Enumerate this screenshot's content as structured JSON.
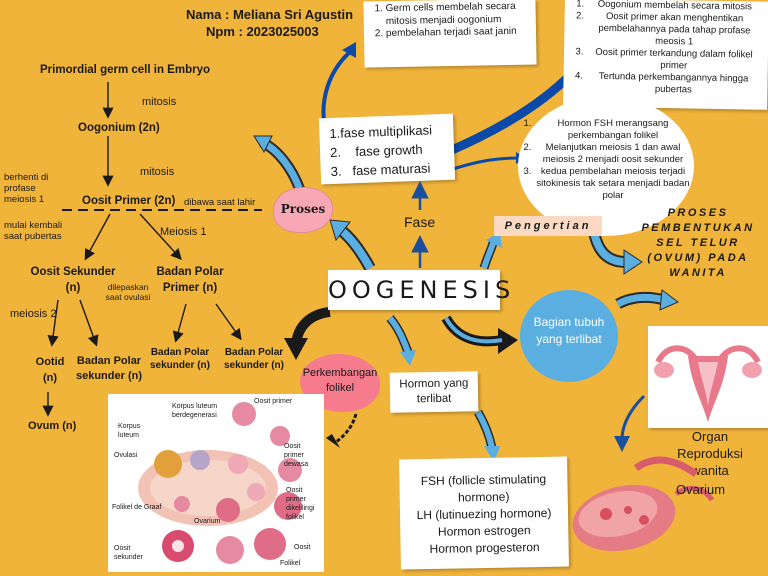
{
  "header": {
    "name": "Nama : Meliana Sri Agustin",
    "npm": "Npm : 2023025003"
  },
  "center_title": "OOGENESIS",
  "flow": {
    "primordial": "Primordial germ cell in Embryo",
    "mitosis1": "mitosis",
    "oogonium": "Oogonium (2n)",
    "mitosis2": "mitosis",
    "berhenti": "berhenti di\nprofase\nmeiosis 1",
    "oosit_primer": "Oosit Primer (2n)",
    "dibawa": "dibawa saat lahir",
    "mulai": "mulai kembali\nsaat pubertas",
    "meiosis1": "Meiosis 1",
    "oosit_sekunder": "Oosit Sekunder\n(n)",
    "badan_polar_primer": "Badan Polar\nPrimer (n)",
    "dilepaskan": "dilepaskan\nsaat ovulasi",
    "meiosis2": "meiosis 2",
    "ootid": "Ootid\n(n)",
    "bp_sekunder1": "Badan Polar\nsekunder (n)",
    "bp_sekunder2": "Badan Polar\nsekunder (n)",
    "bp_sekunder3": "Badan Polar\nsekunder (n)",
    "ovum": "Ovum (n)"
  },
  "proses_label": "Proses",
  "fase_label": "Fase",
  "fase_list": [
    "fase multiplikasi",
    "fase growth",
    "fase maturasi"
  ],
  "multiplikasi_notes": [
    "Germ cells membelah secara mitosis menjadi oogonium",
    "pembelahan terjadi saat janin"
  ],
  "growth_notes": [
    "Oogonium membelah secara mitosis",
    "Oosit primer akan menghentikan pembelahannya pada tahap profase meosis 1",
    "Oosit primer terkandung dalam folikel primer",
    "Tertunda perkembangannya hingga pubertas"
  ],
  "maturasi_notes": [
    "Hormon FSH merangsang perkembangan folikel",
    "Melanjutkan meiosis 1 dan awal meiosis 2 menjadi oosit sekunder",
    "kedua pembelahan meiosis terjadi sitokinesis tak setara menjadi badan polar"
  ],
  "pengertian_label": "Pengertian",
  "pengertian_text": "PROSES PEMBENTUKAN SEL TELUR (OVUM) PADA WANITA",
  "bagian_label": "Bagian tubuh yang terlibat",
  "organ_label": "Organ Reproduksi wanita",
  "ovarium_label": "Ovarium",
  "hormon_label": "Hormon yang terlibat",
  "hormon_list": [
    "FSH (follicle stimulating hormone)",
    "LH (lutinuezing hormone)",
    "Hormon estrogen",
    "Hormon progesteron"
  ],
  "perkembangan_label": "Perkembangan folikel",
  "follicle_labels": {
    "korpus_luteum_degen": "Korpus luteum berdegenerasi",
    "oosit_primer": "Oosit primer",
    "korpus_luteum": "Korpus luteum",
    "ovulasi": "Ovulasi",
    "oosit_primer_dewasa": "Oosit primer dewasa",
    "oosit_primer_dikelilingi": "Oosit primer dikelilingi folikel",
    "folikel_de_graaf": "Folikel de Graaf",
    "ovarium": "Ovarium",
    "oosit": "Oosit",
    "oosit_sekunder": "Oosit sekunder",
    "folikel": "Folikel"
  },
  "colors": {
    "background": "#f1b43a",
    "arrow_blue": "#5aaee0",
    "arrow_dark": "#1a1a1a",
    "arrow_navy": "#0b4aa8",
    "pink": "#f57b8d",
    "peach": "#fbd9c2"
  }
}
